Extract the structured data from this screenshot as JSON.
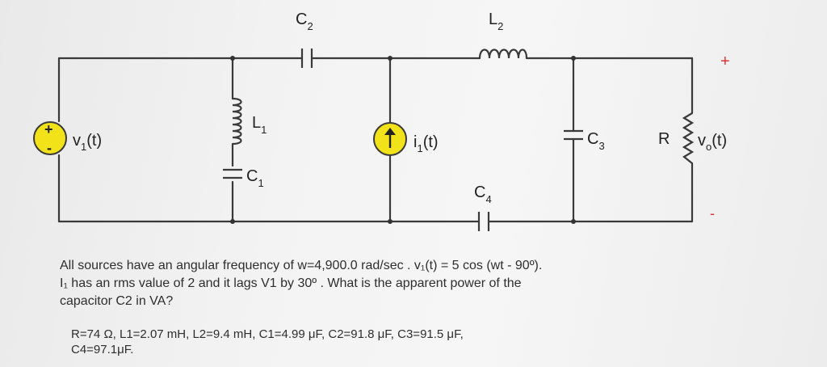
{
  "labels": {
    "c2": "C",
    "c2_sub": "2",
    "l2": "L",
    "l2_sub": "2",
    "l1": "L",
    "l1_sub": "1",
    "c1": "C",
    "c1_sub": "1",
    "v1": "v",
    "v1_sub": "1",
    "v1_arg": "(t)",
    "i1": "i",
    "i1_sub": "1",
    "i1_arg": "(t)",
    "c3": "C",
    "c3_sub": "3",
    "c4": "C",
    "c4_sub": "4",
    "r": "R",
    "vo": "v",
    "vo_sub": "o",
    "vo_arg": "(t)",
    "src_plus": "+",
    "src_minus": "-",
    "out_plus": "+",
    "out_minus": "-"
  },
  "question": {
    "line1": "All sources have an angular frequency of w=4,900.0 rad/sec . v₁(t) = 5 cos (wt - 90º).",
    "line2": "I₁ has an rms value of 2 and it lags V1 by 30º . What is the apparent power of the",
    "line3": "capacitor C2 in VA?"
  },
  "values": {
    "line1": "R=74 Ω, L1=2.07 mH, L2=9.4 mH,  C1=4.99 μF, C2=91.8 μF, C3=91.5 μF,",
    "line2": "C4=97.1μF."
  },
  "colors": {
    "source_fill": "#f2e21a",
    "wire": "#3a3a3a"
  }
}
